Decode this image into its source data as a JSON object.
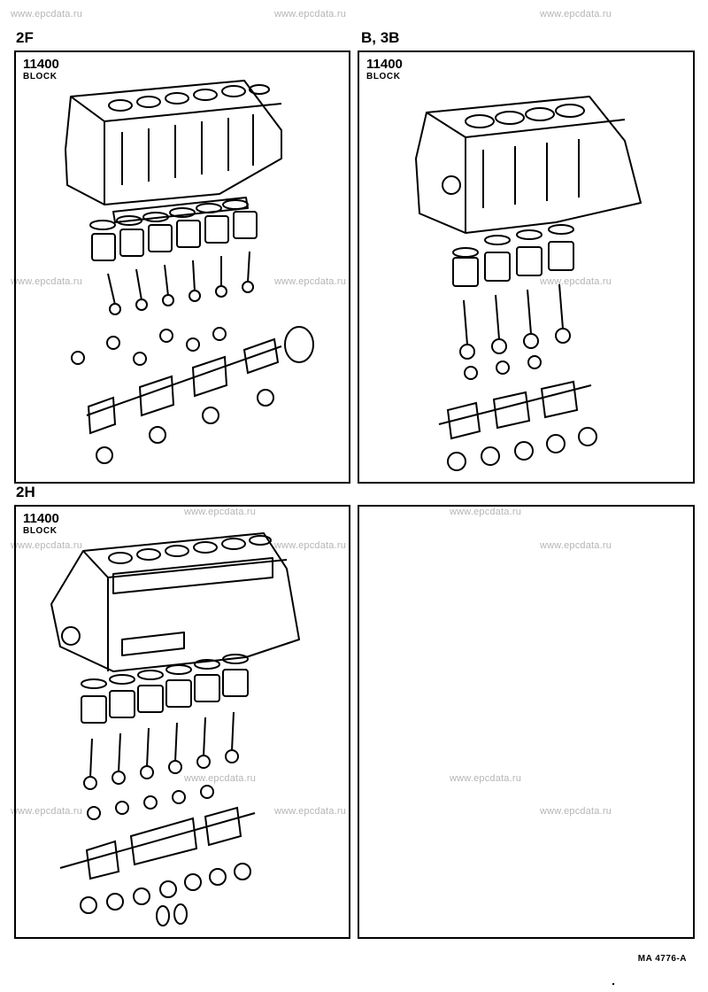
{
  "watermark": "www.epcdata.ru",
  "panels": [
    {
      "engine": "2F",
      "part_number": "11400",
      "part_name": "BLOCK"
    },
    {
      "engine": "B, 3B",
      "part_number": "11400",
      "part_name": "BLOCK"
    },
    {
      "engine": "2H",
      "part_number": "11400",
      "part_name": "BLOCK"
    },
    {
      "engine": "",
      "part_number": "",
      "part_name": ""
    }
  ],
  "figure_reference": "MA 4776-A"
}
